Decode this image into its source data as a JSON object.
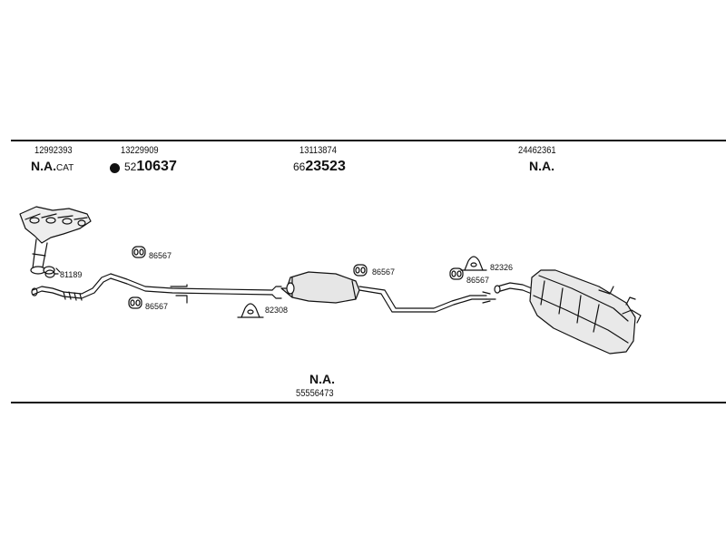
{
  "header": {
    "groups": [
      {
        "id": "manifold",
        "number": "12992393",
        "label": "N.A.",
        "suffix": "CAT"
      },
      {
        "id": "front_pipe",
        "number": "13229909",
        "code_prefix": "52",
        "code_main": "10637"
      },
      {
        "id": "middle",
        "number": "13113874",
        "code_prefix": "66",
        "code_main": "23523"
      },
      {
        "id": "rear",
        "number": "24462361",
        "label": "N.A."
      }
    ]
  },
  "footer": {
    "label": "N.A.",
    "number": "55556473"
  },
  "parts": {
    "p81189": "81189",
    "p86567_a": "86567",
    "p86567_b": "86567",
    "p82308": "82308",
    "p86567_c": "86567",
    "p82326": "82326",
    "p86567_d": "86567"
  }
}
